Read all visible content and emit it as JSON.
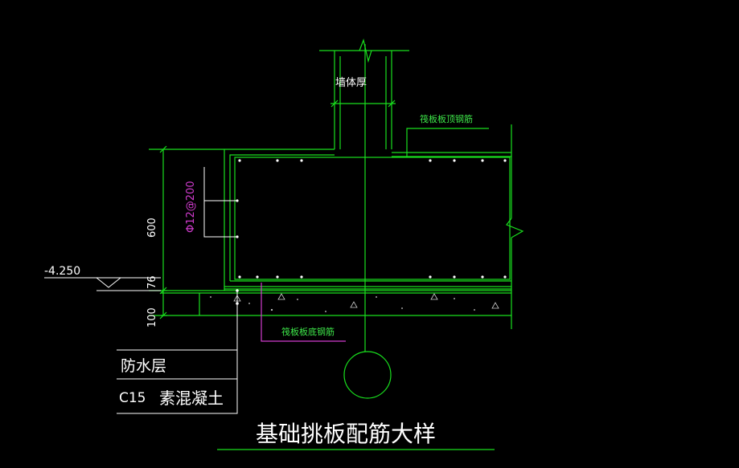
{
  "colors": {
    "background": "#000000",
    "green": "#19e01e",
    "white": "#ffffff",
    "magenta": "#d23ccf",
    "label_green": "#3ee84a"
  },
  "labels": {
    "wall_thickness": "墙体厚",
    "top_rebar": "筏板板顶钢筋",
    "bottom_rebar": "筏板板底钢筋",
    "stirrup": "Φ12@200",
    "dim_600": "600",
    "dim_76": "76",
    "dim_100": "100",
    "elevation": "-4.250",
    "waterproof": "防水层",
    "concrete_grade": "C15",
    "concrete_name": "素混凝土",
    "title": "基础挑板配筋大样"
  }
}
